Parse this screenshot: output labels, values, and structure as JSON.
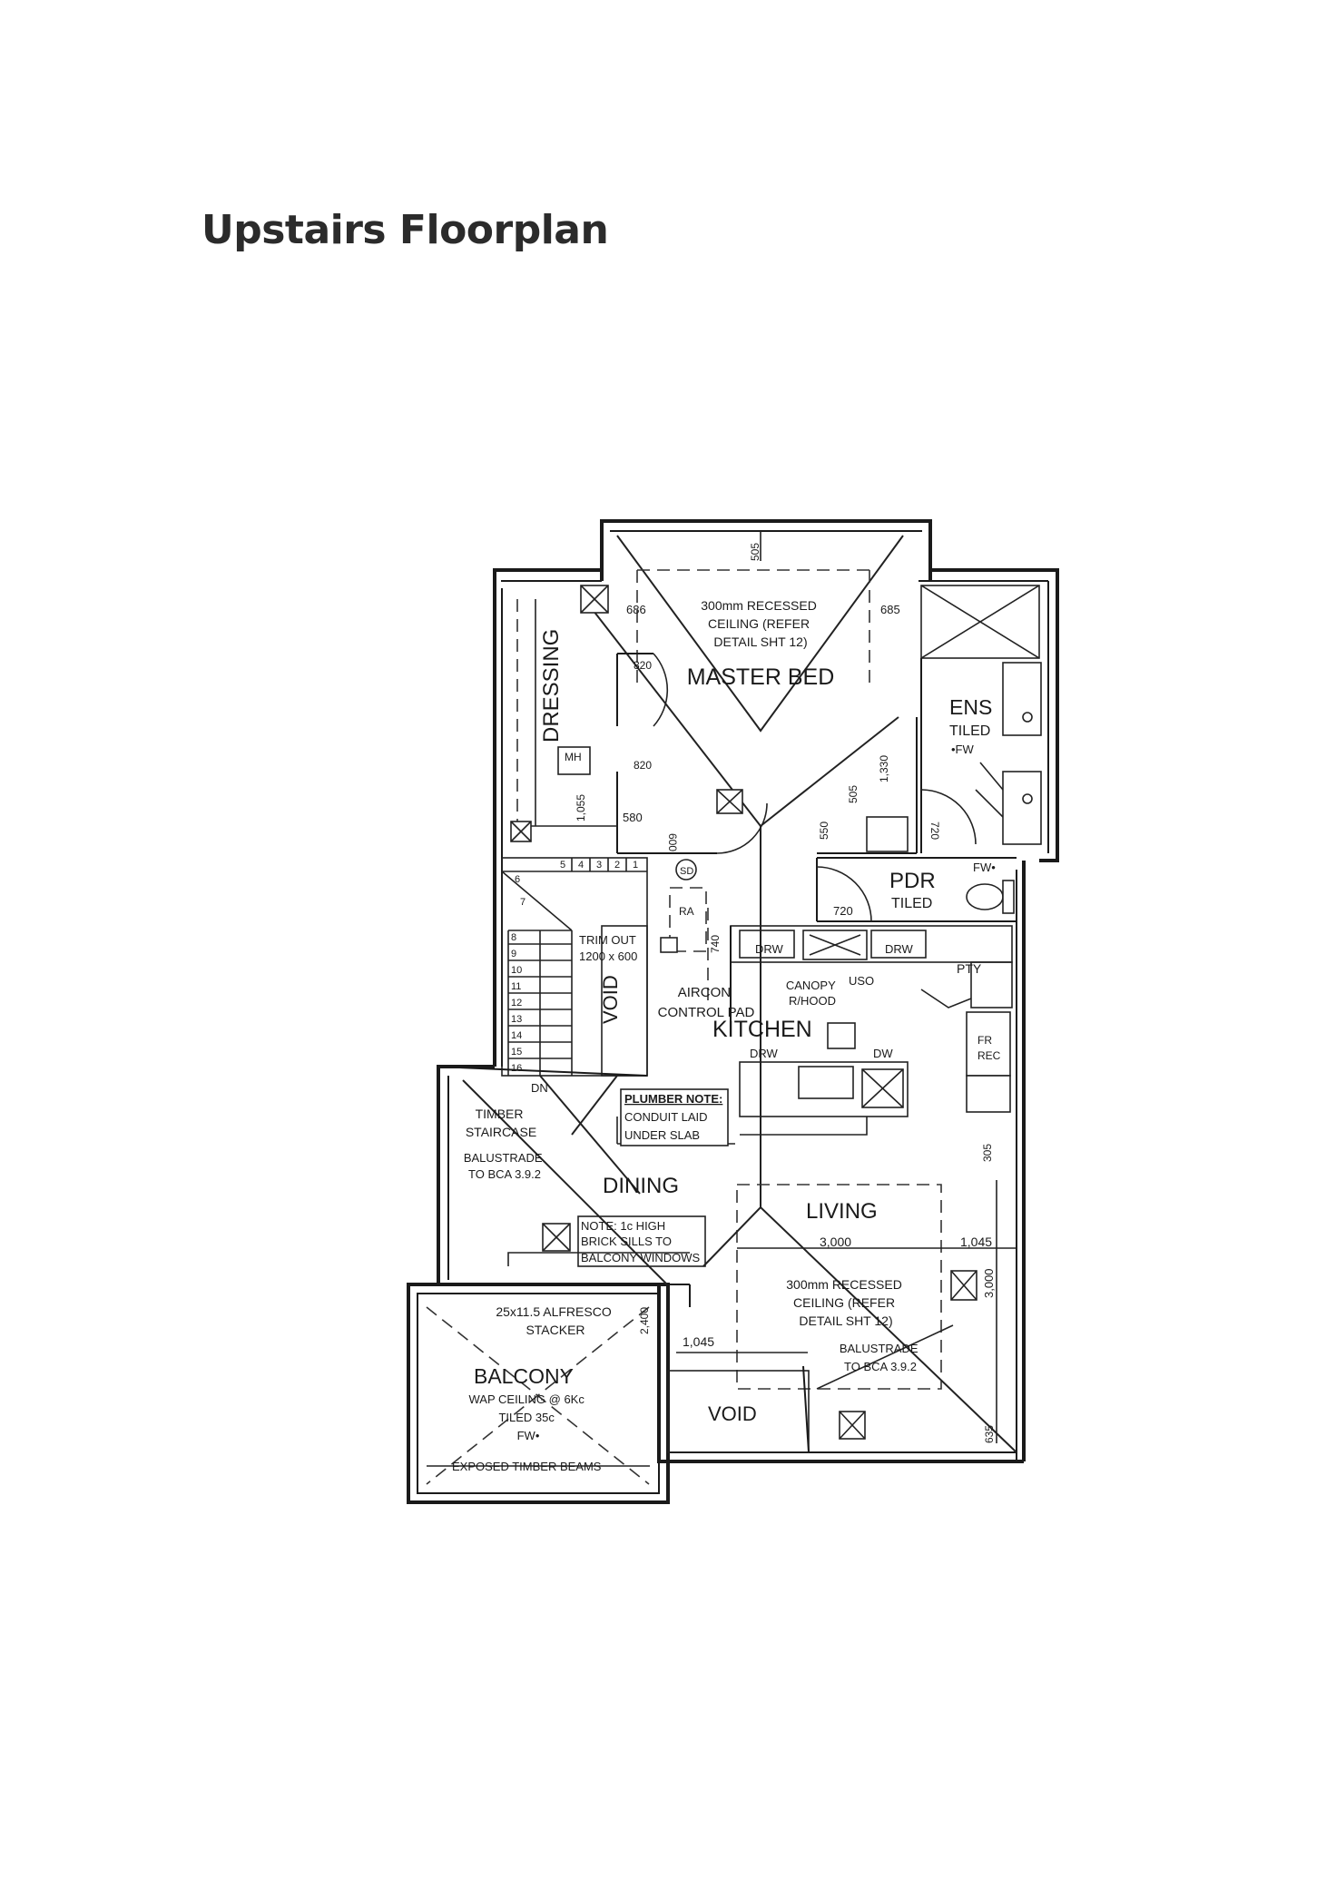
{
  "page": {
    "title": "Upstairs Floorplan"
  },
  "rooms": {
    "master_bed": "MASTER BED",
    "dressing": "DRESSING",
    "ens": "ENS",
    "ens_finish": "TILED",
    "pdr": "PDR",
    "pdr_finish": "TILED",
    "kitchen": "KITCHEN",
    "dining": "DINING",
    "living": "LIVING",
    "balcony": "BALCONY",
    "void_stairs": "VOID",
    "void_lower": "VOID"
  },
  "notes": {
    "recessed_ceiling_top": [
      "300mm RECESSED",
      "CEILING (REFER",
      "DETAIL SHT 12)"
    ],
    "recessed_ceiling_living": [
      "300mm RECESSED",
      "CEILING (REFER",
      "DETAIL SHT 12)"
    ],
    "trim_out": [
      "TRIM OUT",
      "1200 x 600"
    ],
    "aircon": [
      "AIRCON",
      "CONTROL PAD"
    ],
    "canopy": [
      "CANOPY",
      "R/HOOD"
    ],
    "plumber": [
      "PLUMBER NOTE:",
      "CONDUIT LAID",
      "UNDER SLAB"
    ],
    "timber_staircase": [
      "TIMBER",
      "STAIRCASE"
    ],
    "balustrade_stairs": [
      "BALUSTRADE",
      "TO BCA 3.9.2"
    ],
    "balustrade_living": [
      "BALUSTRADE",
      "TO BCA 3.9.2"
    ],
    "brick_sills": [
      "NOTE: 1c HIGH",
      "BRICK SILLS TO",
      "BALCONY WINDOWS"
    ],
    "stacker": [
      "25x11.5 ALFRESCO",
      "STACKER"
    ],
    "balcony_ceiling": [
      "WAP CEILING @ 6Kc",
      "TILED 35c",
      "FW•"
    ],
    "timber_beams": "EXPOSED TIMBER BEAMS",
    "fw_ens": "•FW",
    "fw_pdr": "FW•",
    "mh": "MH",
    "ra": "RA",
    "sd": "SD",
    "drw1": "DRW",
    "drw2": "DRW",
    "drw3": "DRW",
    "dw": "DW",
    "uso": "USO",
    "pty": "PTY",
    "fr_rec": [
      "FR",
      "REC"
    ],
    "dn": "DN"
  },
  "dimensions": {
    "d505_top": "505",
    "d686": "686",
    "d685": "685",
    "d820a": "820",
    "d820b": "820",
    "d1330": "1,330",
    "d505b": "505",
    "d550": "550",
    "d580": "580",
    "d600": "600",
    "d720a": "720",
    "d720b": "720",
    "d1055": "1,055",
    "d740": "740",
    "d3000a": "3,000",
    "d3000b": "3,000",
    "d1045a": "1,045",
    "d1045b": "1,045",
    "d305": "305",
    "d2400": "2,400",
    "d635": "635"
  },
  "stair_steps": [
    "1",
    "2",
    "3",
    "4",
    "5",
    "6",
    "7",
    "8",
    "9",
    "10",
    "11",
    "12",
    "13",
    "14",
    "15",
    "16"
  ]
}
